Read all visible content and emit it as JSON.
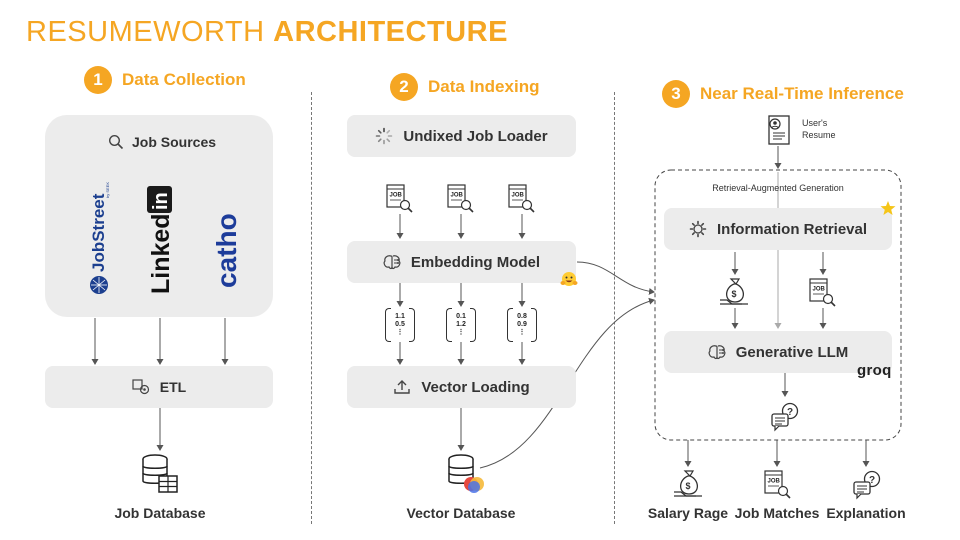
{
  "title": {
    "part1": "RESUMEWORTH ",
    "part2": "ARCHITECTURE"
  },
  "sections": [
    {
      "num": "1",
      "title": "Data Collection"
    },
    {
      "num": "2",
      "title": "Data Indexing"
    },
    {
      "num": "3",
      "title": "Near Real-Time Inference"
    }
  ],
  "collection": {
    "sources_title": "Job Sources",
    "logos": {
      "jobstreet": "JobStreet",
      "jobstreet_sub": "by SEEK",
      "linkedin_a": "Linked",
      "linkedin_b": "in",
      "catho": "catho"
    },
    "etl": "ETL",
    "database": "Job Database"
  },
  "indexing": {
    "loader": "Undixed Job Loader",
    "doc_label": "JOB",
    "embedding": "Embedding Model",
    "vectors": [
      [
        "1.1",
        "0.5",
        "⋮"
      ],
      [
        "0.1",
        "1.2",
        "⋮"
      ],
      [
        "0.8",
        "0.9",
        "⋮"
      ]
    ],
    "vector_loading": "Vector Loading",
    "database": "Vector Database"
  },
  "inference": {
    "resume_line1": "User's",
    "resume_line2": "Resume",
    "rag_label": "Retrieval-Augmented Generation",
    "retrieval": "Information Retrieval",
    "llm": "Generative LLM",
    "groq": "groq",
    "outputs": [
      "Salary Rage",
      "Job Matches",
      "Explanation"
    ]
  },
  "colors": {
    "accent": "#f5a623",
    "box": "#ececec",
    "text": "#333333"
  },
  "icons": [
    "search-icon",
    "etl-icon",
    "database-icon",
    "loader-icon",
    "document-icon",
    "brain-icon",
    "upload-icon",
    "resume-icon",
    "gear-icon",
    "money-bag-icon",
    "chat-question-icon",
    "star-icon",
    "hugging-face-icon"
  ]
}
